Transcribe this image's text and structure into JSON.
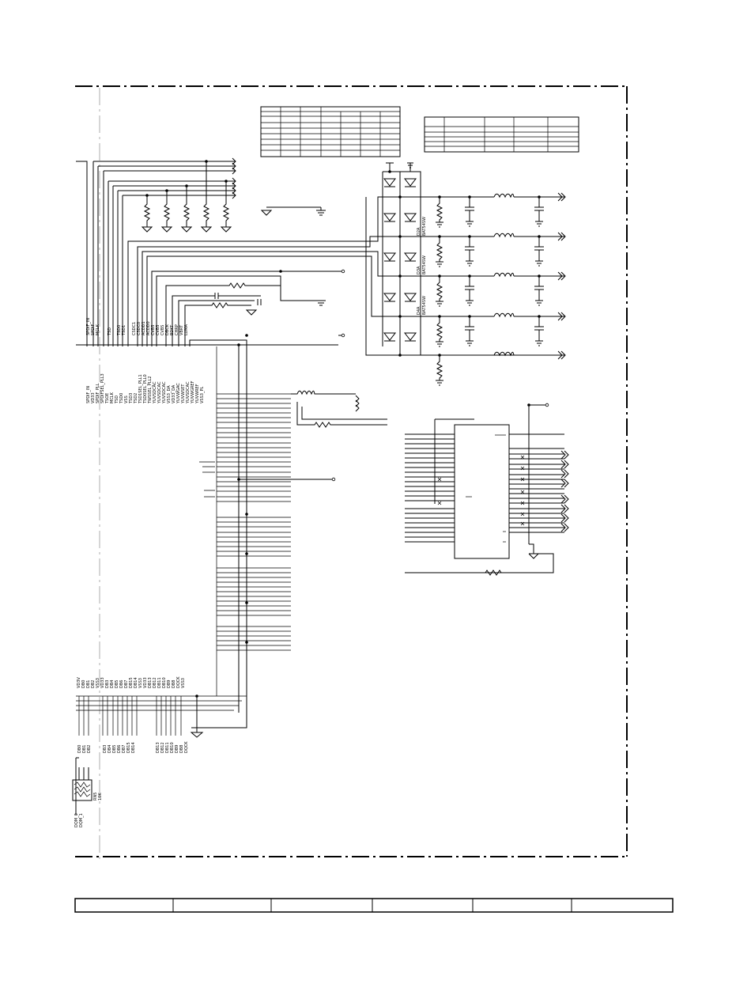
{
  "pin_labels_top": [
    "SPDIF_IN",
    "VD33",
    "SPDIF_PLL",
    "SPDIFSEL_PLL3",
    "TSOE",
    "MCLK",
    "TSD",
    "TSD0",
    "VSS",
    "TSD3",
    "TSD2",
    "TSD1SEL_PLL1",
    "TSD0SEL_PLL0",
    "TWSSEL_PLL2",
    "YUVSDCAC",
    "YUVSDCAC",
    "YUVSDCAC",
    "VSS3_DA",
    "VD33_DA",
    "YUVWGAC",
    "YUVWSET",
    "YUVSDCAC",
    "YUVWGREF",
    "YUVWREF",
    "VSS3_PL"
  ],
  "net_labels_top": [
    "SPDIF_IN",
    "SPDIF",
    "MCLK",
    "TSD",
    "TSD0",
    "TSD1",
    "CSDC1",
    "CSDC0",
    "ACDD1",
    "ACDD0",
    "CVBS",
    "CVBS",
    "CVBS",
    "DBCK",
    "BDKT",
    "CHRP",
    "VBRT",
    "LUMA"
  ],
  "pin_labels_bottom": [
    "VD3V",
    "DB0",
    "DB1",
    "DB2",
    "VSS3",
    "VD33",
    "DB3",
    "DB4",
    "DB5",
    "DB6",
    "DB7",
    "DB15",
    "DB14",
    "VSS3",
    "VD33",
    "DB13",
    "DB12",
    "DB11",
    "DB10",
    "DB9",
    "DB8",
    "DQCK",
    "VSS3"
  ],
  "net_labels_bottom": [
    "DB0",
    "DB1",
    "DB2",
    "DB3",
    "DB4",
    "DB5",
    "DB6",
    "DB7",
    "DB15",
    "DB14",
    "DB13",
    "DB12",
    "DB11",
    "DB10",
    "DB9",
    "DB8",
    "DQCK"
  ],
  "diode_labels": [
    "D2A",
    "BAT54SW",
    "D3A",
    "BAT54SW",
    "D4A",
    "BAT54SW"
  ],
  "rn_labels": [
    "RN5",
    "10K"
  ],
  "dq_labels": [
    "DQM_0",
    "DQM_1"
  ]
}
